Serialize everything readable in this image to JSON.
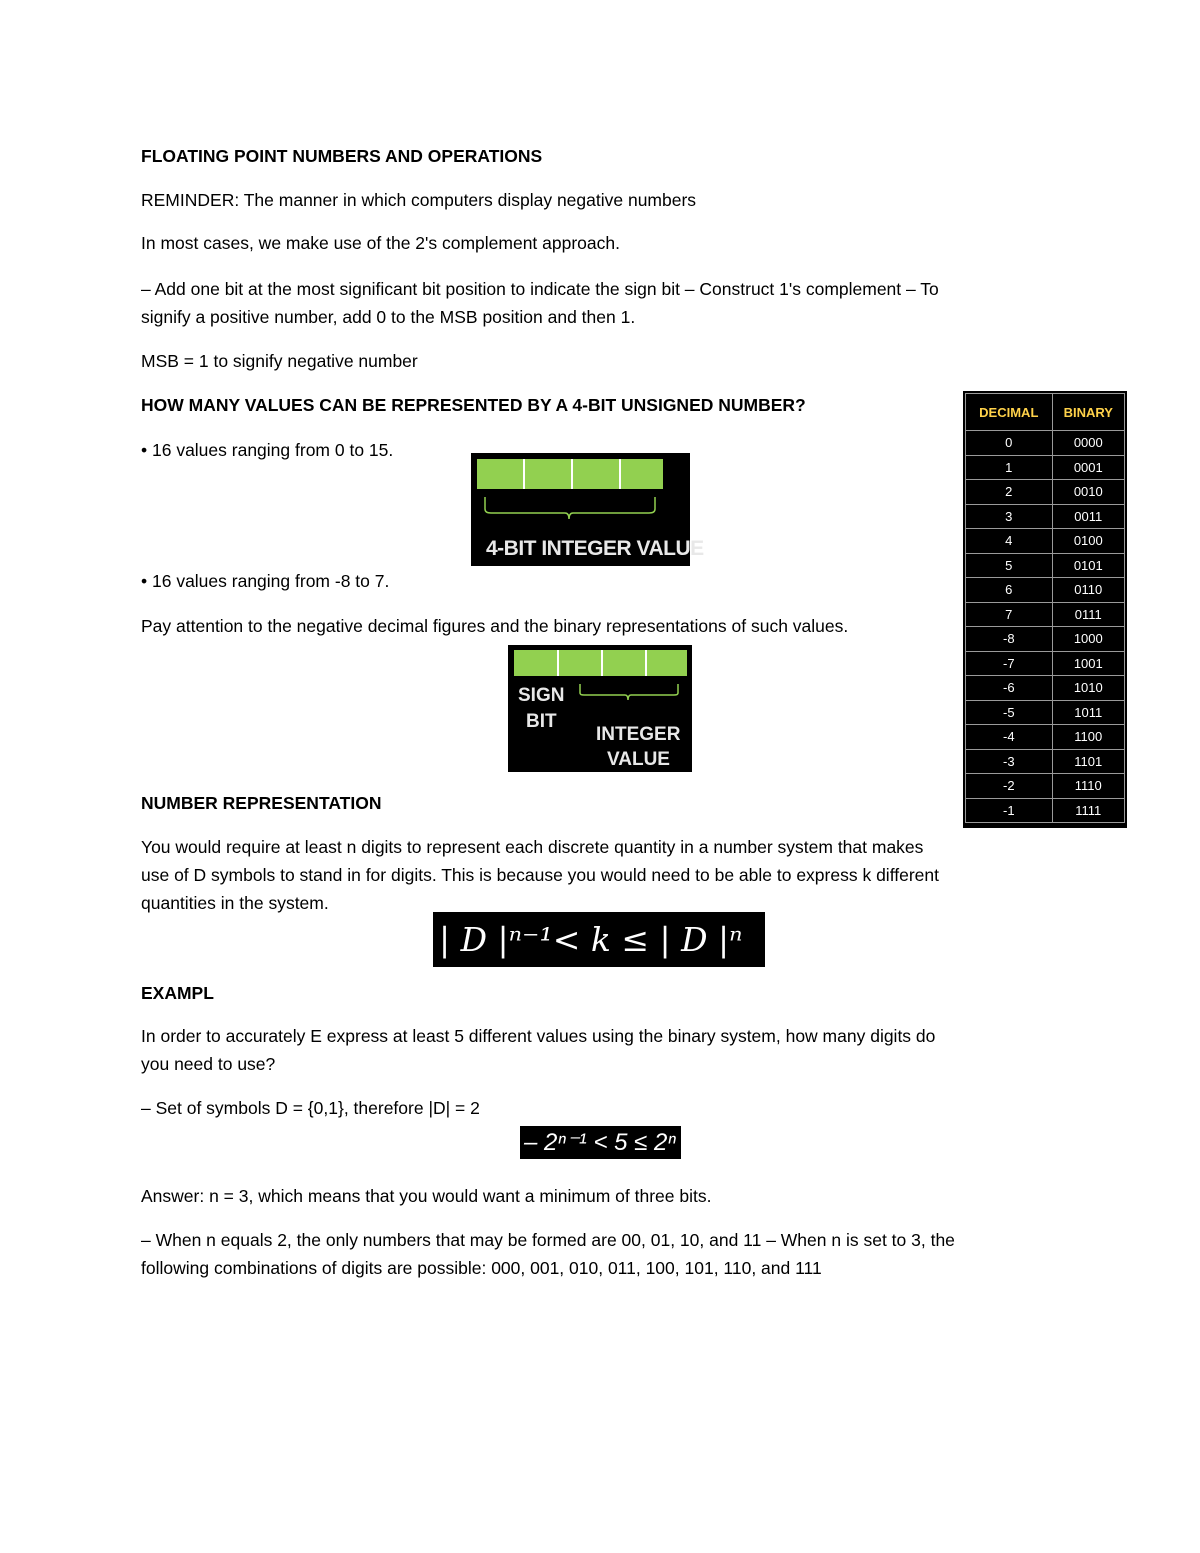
{
  "title": "FLOATING POINT NUMBERS AND OPERATIONS",
  "reminder": "REMINDER: The manner in which computers display negative numbers",
  "most_cases": "In most cases, we make use of the 2's complement approach.",
  "add_bit_line1": "– Add one bit at the most significant bit position to indicate the sign bit – Construct 1's complement – To",
  "add_bit_line2": "signify a positive number, add 0 to the MSB position and then 1.",
  "msb_note": "MSB = 1 to signify negative number",
  "question_heading": "HOW MANY VALUES CAN BE REPRESENTED BY A 4-BIT UNSIGNED NUMBER?",
  "bullet_unsigned": "• 16 values ranging from 0 to 15.",
  "bullet_signed": "• 16 values ranging from -8 to 7.",
  "attention": "Pay attention to the negative decimal figures and the binary representations of such values.",
  "figure_unsigned": {
    "label": "4-BIT INTEGER VALUE"
  },
  "figure_signed": {
    "sign_label_1": "SIGN",
    "sign_label_2": "BIT",
    "int_label_1": "INTEGER",
    "int_label_2": "VALUE"
  },
  "table": {
    "headers": [
      "DECIMAL",
      "BINARY"
    ],
    "rows": [
      [
        "0",
        "0000"
      ],
      [
        "1",
        "0001"
      ],
      [
        "2",
        "0010"
      ],
      [
        "3",
        "0011"
      ],
      [
        "4",
        "0100"
      ],
      [
        "5",
        "0101"
      ],
      [
        "6",
        "0110"
      ],
      [
        "7",
        "0111"
      ],
      [
        "-8",
        "1000"
      ],
      [
        "-7",
        "1001"
      ],
      [
        "-6",
        "1010"
      ],
      [
        "-5",
        "1011"
      ],
      [
        "-4",
        "1100"
      ],
      [
        "-3",
        "1101"
      ],
      [
        "-2",
        "1110"
      ],
      [
        "-1",
        "1111"
      ]
    ]
  },
  "number_rep_heading": "NUMBER REPRESENTATION",
  "number_rep_line1": "You would require at least n digits to represent each discrete quantity in a number system that makes",
  "number_rep_line2": "use of D symbols to stand in for digits. This is because you would need to be able to express k different",
  "number_rep_line3": "quantities in the system.",
  "formula_main": "| D |ⁿ⁻¹< k  ≤ | D |ⁿ",
  "example_heading": "EXAMPL",
  "example_q_line1": "In order to accurately E express at least 5 different values using the binary system, how many digits do",
  "example_q_line2": "you need to use?",
  "set_symbols": "– Set of symbols D = {0,1}, therefore |D| = 2",
  "formula_example": "– 2ⁿ⁻¹ < 5 ≤ 2ⁿ",
  "answer": "Answer: n = 3, which means that you would want a minimum of three bits.",
  "combos_line1": "– When n equals 2, the only numbers that may be formed are 00, 01, 10, and 11 – When n is set to 3, the",
  "combos_line2": "following combinations of digits are possible: 000, 001, 010, 011, 100, 101, 110, and 111",
  "colors": {
    "cell_green": "#92d050",
    "figure_bg": "#000000",
    "table_header": "#ffd24a"
  }
}
